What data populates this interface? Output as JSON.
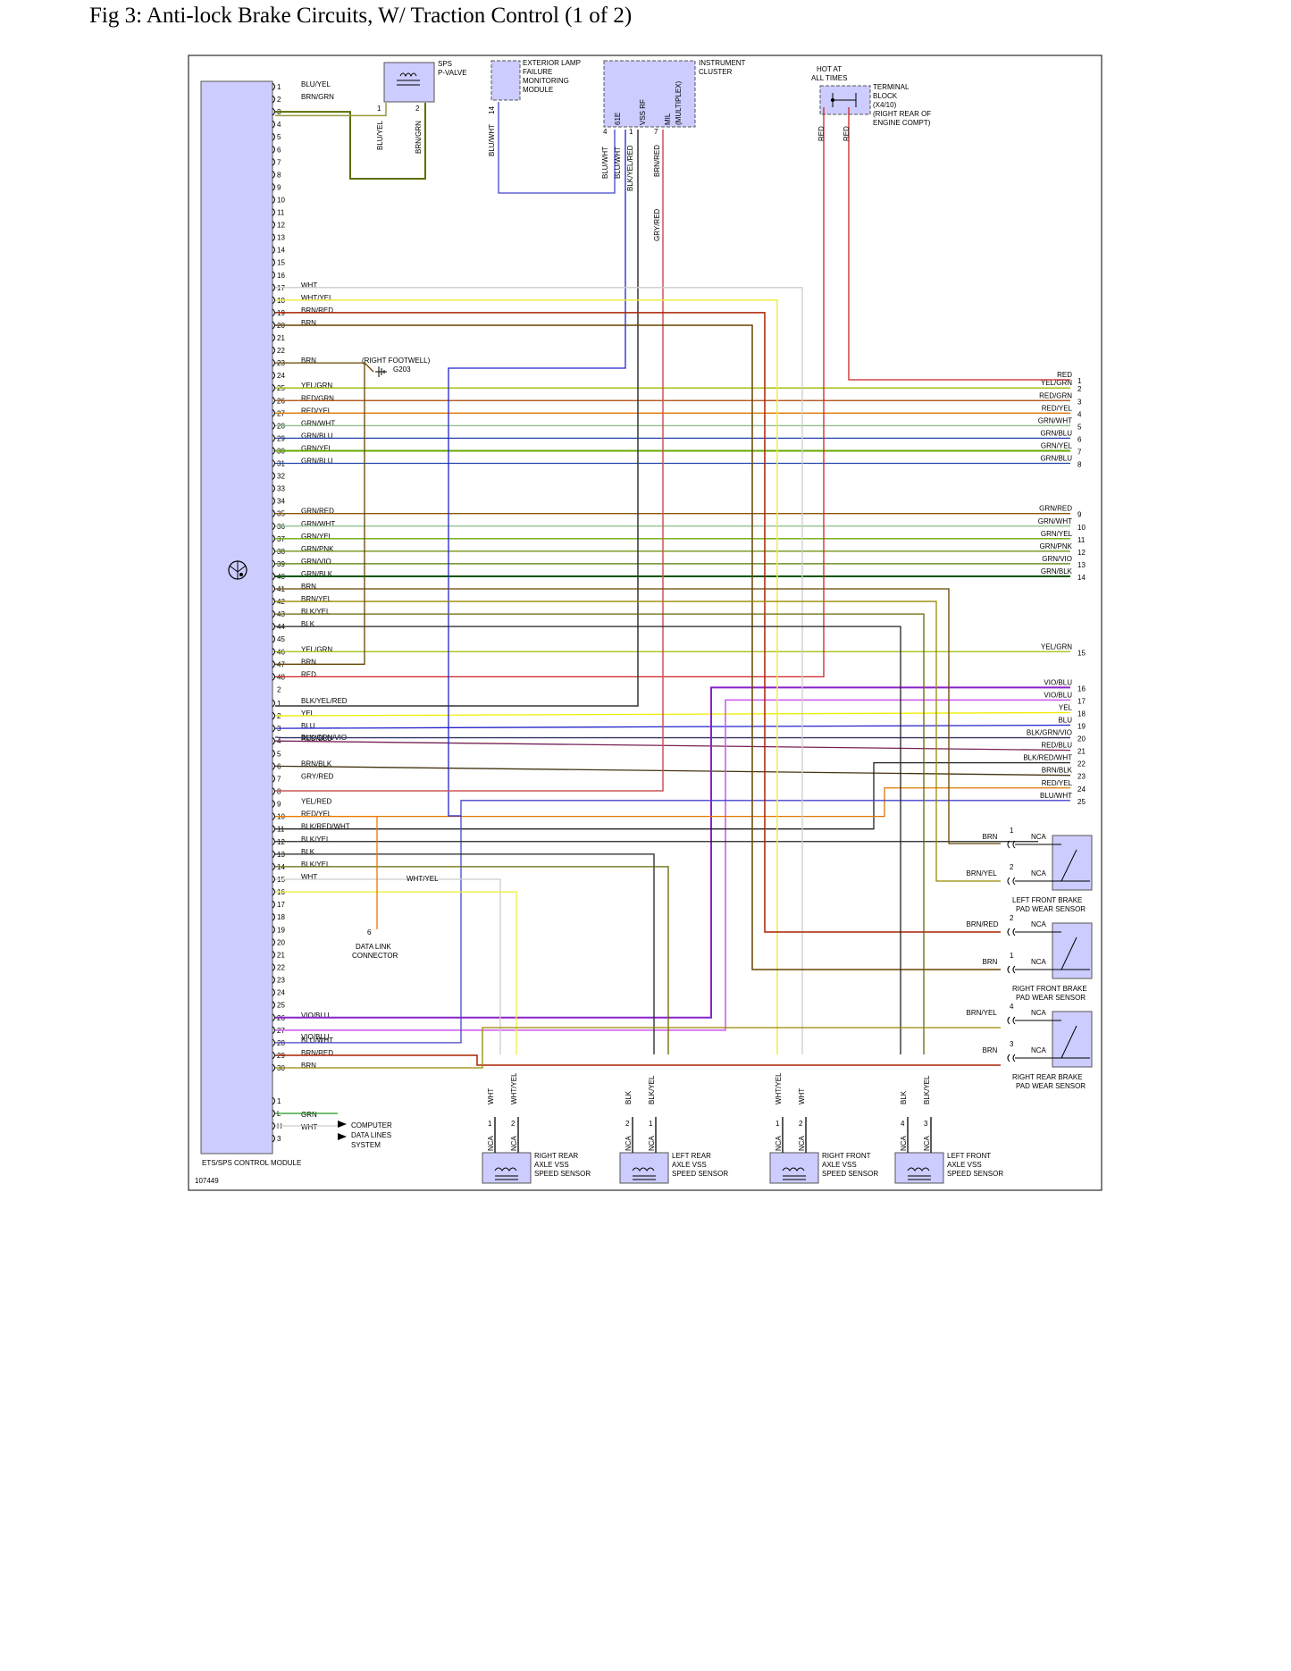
{
  "title": "Fig 3: Anti-lock Brake Circuits, W/ Traction Control (1 of 2)",
  "figure_number": "107449",
  "module": {
    "name": "ETS/SPS CONTROL MODULE"
  },
  "components": {
    "sps_valve": [
      "SPS",
      "P-VALVE"
    ],
    "exterior_lamp": [
      "EXTERIOR LAMP",
      "FAILURE",
      "MONITORING",
      "MODULE"
    ],
    "instrument_cluster": [
      "INSTRUMENT",
      "CLUSTER"
    ],
    "cluster_pins": [
      "61E",
      "VSS RF",
      "MIL",
      "(MULTIPLEX)"
    ],
    "hot_at_all_times": [
      "HOT AT",
      "ALL TIMES"
    ],
    "terminal_block": [
      "TERMINAL",
      "BLOCK",
      "(X4/10)",
      "(RIGHT REAR OF",
      "ENGINE COMPT)"
    ],
    "footwell": [
      "(RIGHT FOOTWELL)",
      "G203"
    ],
    "data_link": [
      "6",
      "DATA LINK",
      "CONNECTOR"
    ],
    "computer_data": [
      "COMPUTER",
      "DATA LINES",
      "SYSTEM"
    ],
    "pad_sensors": [
      [
        "LEFT FRONT BRAKE",
        "PAD WEAR SENSOR"
      ],
      [
        "RIGHT FRONT BRAKE",
        "PAD WEAR SENSOR"
      ],
      [
        "RIGHT REAR BRAKE",
        "PAD WEAR SENSOR"
      ]
    ],
    "speed_sensors": [
      [
        "RIGHT REAR",
        "AXLE VSS",
        "SPEED SENSOR"
      ],
      [
        "LEFT REAR",
        "AXLE VSS",
        "SPEED SENSOR"
      ],
      [
        "RIGHT FRONT",
        "AXLE VSS",
        "SPEED SENSOR"
      ],
      [
        "LEFT FRONT",
        "AXLE VSS",
        "SPEED SENSOR"
      ]
    ]
  },
  "pins_a": [
    "1",
    "2",
    "3",
    "4",
    "5",
    "6",
    "7",
    "8",
    "9",
    "10",
    "11",
    "12",
    "13",
    "14",
    "15",
    "16",
    "17",
    "18",
    "19",
    "20",
    "21",
    "22",
    "23",
    "24",
    "25",
    "26",
    "27",
    "28",
    "29",
    "30",
    "31",
    "32",
    "33",
    "34",
    "35",
    "36",
    "37",
    "38",
    "39",
    "40",
    "41",
    "42",
    "43",
    "44",
    "45",
    "46",
    "47",
    "48"
  ],
  "wires_a": {
    "1": "BLU/YEL",
    "2": "BRN/GRN",
    "17": "WHT",
    "18": "WHT/YEL",
    "19": "BRN/RED",
    "20": "BRN",
    "23": "BRN",
    "25": "YEL/GRN",
    "26": "RED/GRN",
    "27": "RED/YEL",
    "28": "GRN/WHT",
    "29": "GRN/BLU",
    "30": "GRN/YEL",
    "31": "GRN/BLU",
    "35": "GRN/RED",
    "36": "GRN/WHT",
    "37": "GRN/YEL",
    "38": "GRN/PNK",
    "39": "GRN/VIO",
    "40": "GRN/BLK",
    "41": "BRN",
    "42": "BRN/YEL",
    "43": "BLK/YEL",
    "44": "BLK",
    "46": "YEL/GRN",
    "47": "BRN",
    "48": "RED"
  },
  "conn_b_id": "2",
  "pins_b": [
    "1",
    "2",
    "3",
    "4",
    "5",
    "6",
    "7",
    "8",
    "9",
    "10",
    "11",
    "12",
    "13",
    "14",
    "15",
    "16",
    "17",
    "18",
    "19",
    "20",
    "21",
    "22",
    "23",
    "24",
    "25",
    "26",
    "27",
    "28",
    "29",
    "30"
  ],
  "wires_b": {
    "1": "BLK/YEL/RED",
    "2": "YEL",
    "3": "BLU",
    "3b": "BLK/GRN/VIO",
    "4": "RED/BLU",
    "6": "BRN/BLK",
    "7": "GRY/RED",
    "9": "YEL/RED",
    "10": "RED/YEL",
    "11": "BLK/RED/WHT",
    "12": "BLK/YEL",
    "13": "BLK",
    "14": "BLK/YEL",
    "15": "WHT",
    "26": "VIO/BLU",
    "26b": "VIO/BLU",
    "28": "BLU/WHT",
    "29": "BRN/RED",
    "30": "BRN"
  },
  "conn_c_pins": [
    "1",
    "L",
    "H",
    "3"
  ],
  "conn_c_wires": [
    "GRN",
    "WHT"
  ],
  "right_connector": [
    {
      "pin": "1",
      "wire": "RED"
    },
    {
      "pin": "2",
      "wire": "YEL/GRN"
    },
    {
      "pin": "3",
      "wire": "RED/GRN"
    },
    {
      "pin": "4",
      "wire": "RED/YEL"
    },
    {
      "pin": "5",
      "wire": "GRN/WHT"
    },
    {
      "pin": "6",
      "wire": "GRN/BLU"
    },
    {
      "pin": "7",
      "wire": "GRN/YEL"
    },
    {
      "pin": "8",
      "wire": "GRN/BLU"
    },
    {
      "pin": "9",
      "wire": "GRN/RED"
    },
    {
      "pin": "10",
      "wire": "GRN/WHT"
    },
    {
      "pin": "11",
      "wire": "GRN/YEL"
    },
    {
      "pin": "12",
      "wire": "GRN/PNK"
    },
    {
      "pin": "13",
      "wire": "GRN/VIO"
    },
    {
      "pin": "14",
      "wire": "GRN/BLK"
    },
    {
      "pin": "15",
      "wire": "YEL/GRN"
    },
    {
      "pin": "16",
      "wire": "VIO/BLU"
    },
    {
      "pin": "17",
      "wire": "VIO/BLU"
    },
    {
      "pin": "18",
      "wire": "YEL"
    },
    {
      "pin": "19",
      "wire": "BLU"
    },
    {
      "pin": "20",
      "wire": "BLK/GRN/VIO"
    },
    {
      "pin": "21",
      "wire": "RED/BLU"
    },
    {
      "pin": "22",
      "wire": "BLK/RED/WHT"
    },
    {
      "pin": "23",
      "wire": "BRN/BLK"
    },
    {
      "pin": "24",
      "wire": "RED/YEL"
    },
    {
      "pin": "25",
      "wire": "BLU/WHT"
    }
  ],
  "vertical_labels": {
    "sps": [
      "BLU/YEL",
      "BRN/GRN"
    ],
    "sps_pins": [
      "1",
      "2"
    ],
    "elfm": "BLU/WHT",
    "elfm_pin": "14",
    "cluster": [
      "BLU/WHT",
      "BLU/WHT",
      "BLK/YEL/RED",
      "BRN/RED",
      "GRY/RED"
    ],
    "cluster_pins": [
      "4",
      "1",
      "7"
    ],
    "hot": [
      "RED",
      "RED"
    ],
    "data_link_wire": "WHT/YEL"
  },
  "pad_wires": [
    {
      "wire": "BRN",
      "pin": "1",
      "nca": "NCA"
    },
    {
      "wire": "BRN/YEL",
      "pin": "2",
      "nca": "NCA"
    },
    {
      "wire": "BRN/RED",
      "pin": "2",
      "nca": "NCA"
    },
    {
      "wire": "BRN",
      "pin": "1",
      "nca": "NCA"
    },
    {
      "wire": "BRN/YEL",
      "pin": "4",
      "nca": "NCA"
    },
    {
      "wire": "BRN",
      "pin": "3",
      "nca": "NCA"
    }
  ],
  "speed_wires": [
    {
      "w1": "WHT",
      "w2": "WHT/YEL",
      "p1": "1",
      "p2": "2"
    },
    {
      "w1": "BLK",
      "w2": "BLK/YEL",
      "p1": "2",
      "p2": "1"
    },
    {
      "w1": "WHT/YEL",
      "w2": "WHT",
      "p1": "1",
      "p2": "2"
    },
    {
      "w1": "BLK",
      "w2": "BLK/YEL",
      "p1": "4",
      "p2": "3"
    }
  ],
  "nca": "NCA",
  "colors": {
    "module_fill": "#ccccff",
    "frame": "#000000"
  }
}
